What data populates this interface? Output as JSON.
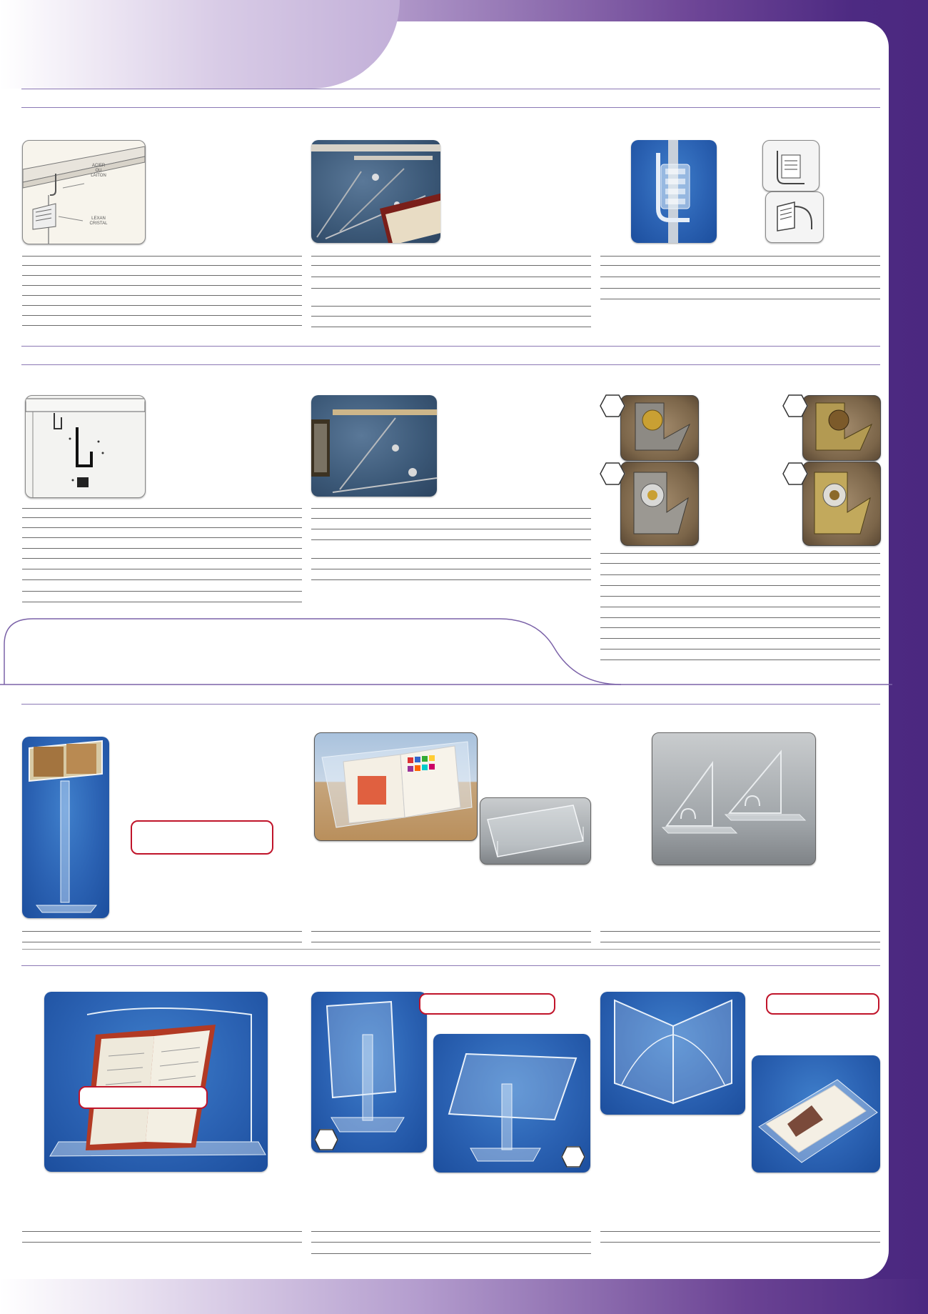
{
  "colors": {
    "frame_purple": "#4b2880",
    "rule_purple": "#8b78b4",
    "badge_red": "#c0142a",
    "photo_blue": "#2b62b3"
  },
  "sections": [
    {
      "id": "hooks-top",
      "items": [
        {
          "photo": "rail-hook-diagram",
          "labels": [
            "ACIER",
            "OU",
            "LAITON",
            "LEXAN",
            "CRISTAL"
          ]
        },
        {
          "photo": "rail-rods-photo"
        },
        {
          "photo": "crystal-hook-photo"
        }
      ]
    },
    {
      "id": "hooks-middle",
      "items": [
        {
          "photo": "rail-profile-diagram"
        },
        {
          "photo": "rail-rods-photo-2"
        },
        {
          "photo": "metal-hooks-grid"
        }
      ]
    },
    {
      "id": "lecterns-top",
      "items": [
        {
          "photo": "lectern-floor-stand"
        },
        {
          "photo": "brochure-holder"
        },
        {
          "photo": "plate-stands"
        }
      ]
    },
    {
      "id": "lecterns-bottom",
      "items": [
        {
          "photo": "book-stand-large"
        },
        {
          "photo": "inclined-stands"
        },
        {
          "photo": "folding-stand"
        }
      ]
    }
  ]
}
